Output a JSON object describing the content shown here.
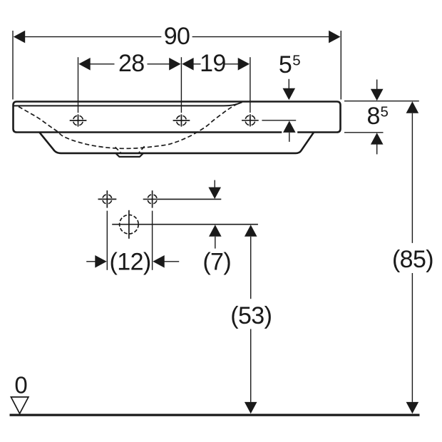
{
  "diagram": {
    "kind": "technical dimension drawing",
    "subject": "washbasin front elevation",
    "colors": {
      "ink": "#1a1a1a",
      "background": "#ffffff"
    },
    "features": {
      "tap_holes": 3,
      "fastening_holes": 2,
      "drain_holes": 1
    },
    "dimensions": {
      "overall_width": {
        "label": "90",
        "value": 90
      },
      "tap_hole_spacing_left": {
        "label": "28",
        "value": 28
      },
      "tap_hole_spacing_right": {
        "label": "19",
        "value": 19
      },
      "tap_hole_depth": {
        "label_main": "5",
        "label_sup": "5",
        "value": 5.5
      },
      "rim_thickness": {
        "label_main": "8",
        "label_sup": "5",
        "value": 8.5
      },
      "fastening_hole_spacing": {
        "label": "(12)",
        "value": 12
      },
      "fastening_to_drain_offset": {
        "label": "(7)",
        "value": 7
      },
      "drain_height": {
        "label": "(53)",
        "value": 53
      },
      "rim_height": {
        "label": "(85)",
        "value": 85
      },
      "datum_level": {
        "label": "0",
        "value": 0
      }
    }
  }
}
